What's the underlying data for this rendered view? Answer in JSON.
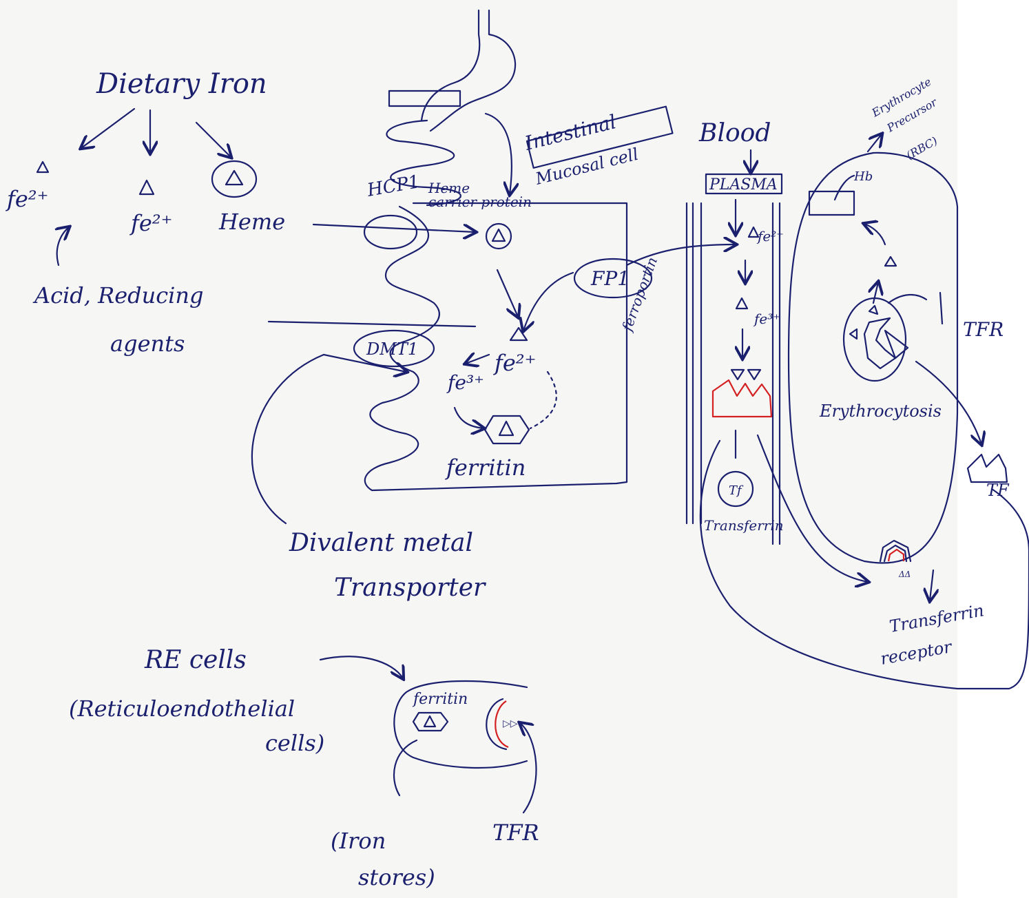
{
  "dietary": {
    "title": "Dietary Iron",
    "fe_left": "fe²⁺",
    "fe_mid": "fe²⁺",
    "heme": "Heme",
    "acid_reducing": "Acid, Reducing",
    "agents": "agents"
  },
  "intestine": {
    "title_line1": "Intestinal",
    "title_line2": "Mucosal cell",
    "hcl": "HCP1",
    "heme_carrier_line1": "Heme",
    "heme_carrier_line2": "carrier protein",
    "dmt1": "DMT1",
    "fe2": "fe²⁺",
    "fe3": "fe³⁺",
    "ferritin": "ferritin",
    "fp1": "FP1",
    "ferroportin": "ferroportin",
    "dmt_caption_line1": "Divalent metal",
    "dmt_caption_line2": "Transporter"
  },
  "blood": {
    "title": "Blood",
    "plasma": "PLASMA",
    "fe2": "fe²⁺",
    "fe3": "fe³⁺",
    "tf": "Tf",
    "transferrin": "Transferrin"
  },
  "erythroid": {
    "precursor_line1": "Erythrocyte",
    "precursor_line2": "Precursor",
    "precursor_line3": "(RBC)",
    "hb": "Hb",
    "tfr": "TFR",
    "erythrocytosis": "Erythrocytosis",
    "tf": "TF",
    "iron_dots": "ΔΔ",
    "receptor_line1": "Transferrin",
    "receptor_line2": "receptor"
  },
  "re": {
    "title": "RE cells",
    "full_line1": "(Reticuloendothelial",
    "full_line2": "cells)",
    "ferritin": "ferritin",
    "iron_dots": "▷▷",
    "iron_stores_line1": "(Iron",
    "iron_stores_line2": "stores)",
    "tfr": "TFR"
  }
}
